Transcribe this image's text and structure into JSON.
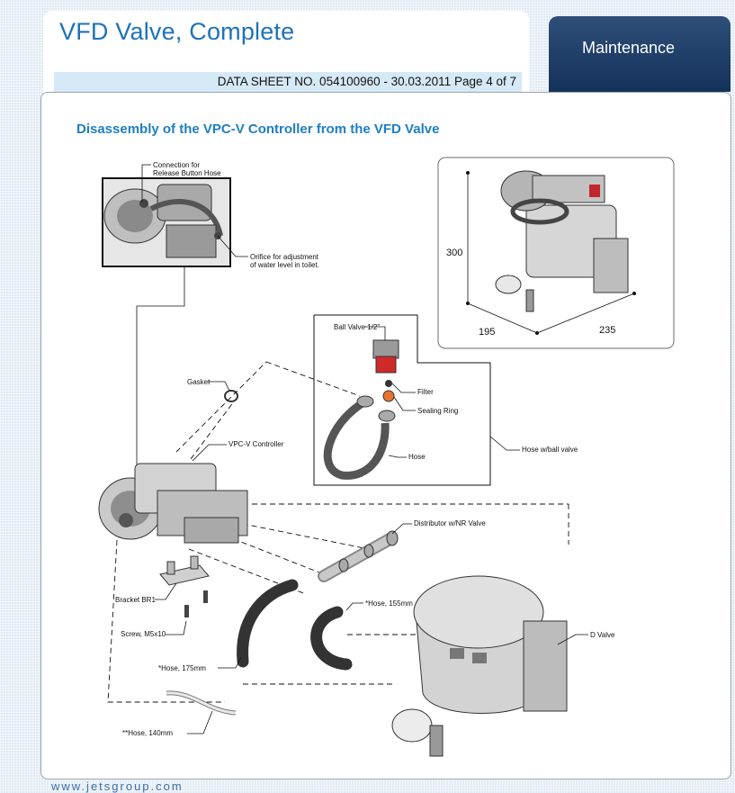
{
  "header": {
    "title": "VFD Valve, Complete",
    "datasheet": "DATA SHEET NO. 054100960 - 30.03.2011 Page 4 of 7",
    "tab": "Maintenance"
  },
  "section": {
    "heading": "Disassembly of the VPC-V Controller from the VFD Valve"
  },
  "dimensions": {
    "height": "300",
    "width": "195",
    "depth": "235"
  },
  "callouts": {
    "connection_line1": "Connection for",
    "connection_line2": "Release Button Hose",
    "orifice_line1": "Orifice for adjustment",
    "orifice_line2": "of water level in toilet.",
    "ball_valve": "Ball Valve 1/2\"",
    "gasket": "Gasket",
    "filter": "Filter",
    "sealing_ring": "Sealing Ring",
    "hose": "Hose",
    "hose_ball_valve": "Hose w/ball valve",
    "vpc_controller": "VPC-V Controller",
    "distributor": "Distributor w/NR Valve",
    "bracket": "Bracket BR1",
    "screw": "Screw, M5x10",
    "hose_155": "*Hose, 155mm",
    "d_valve": "D Valve",
    "hose_175": "*Hose, 175mm",
    "hose_140": "**Hose, 140mm"
  },
  "footer": {
    "url": "www.jetsgroup.com"
  }
}
